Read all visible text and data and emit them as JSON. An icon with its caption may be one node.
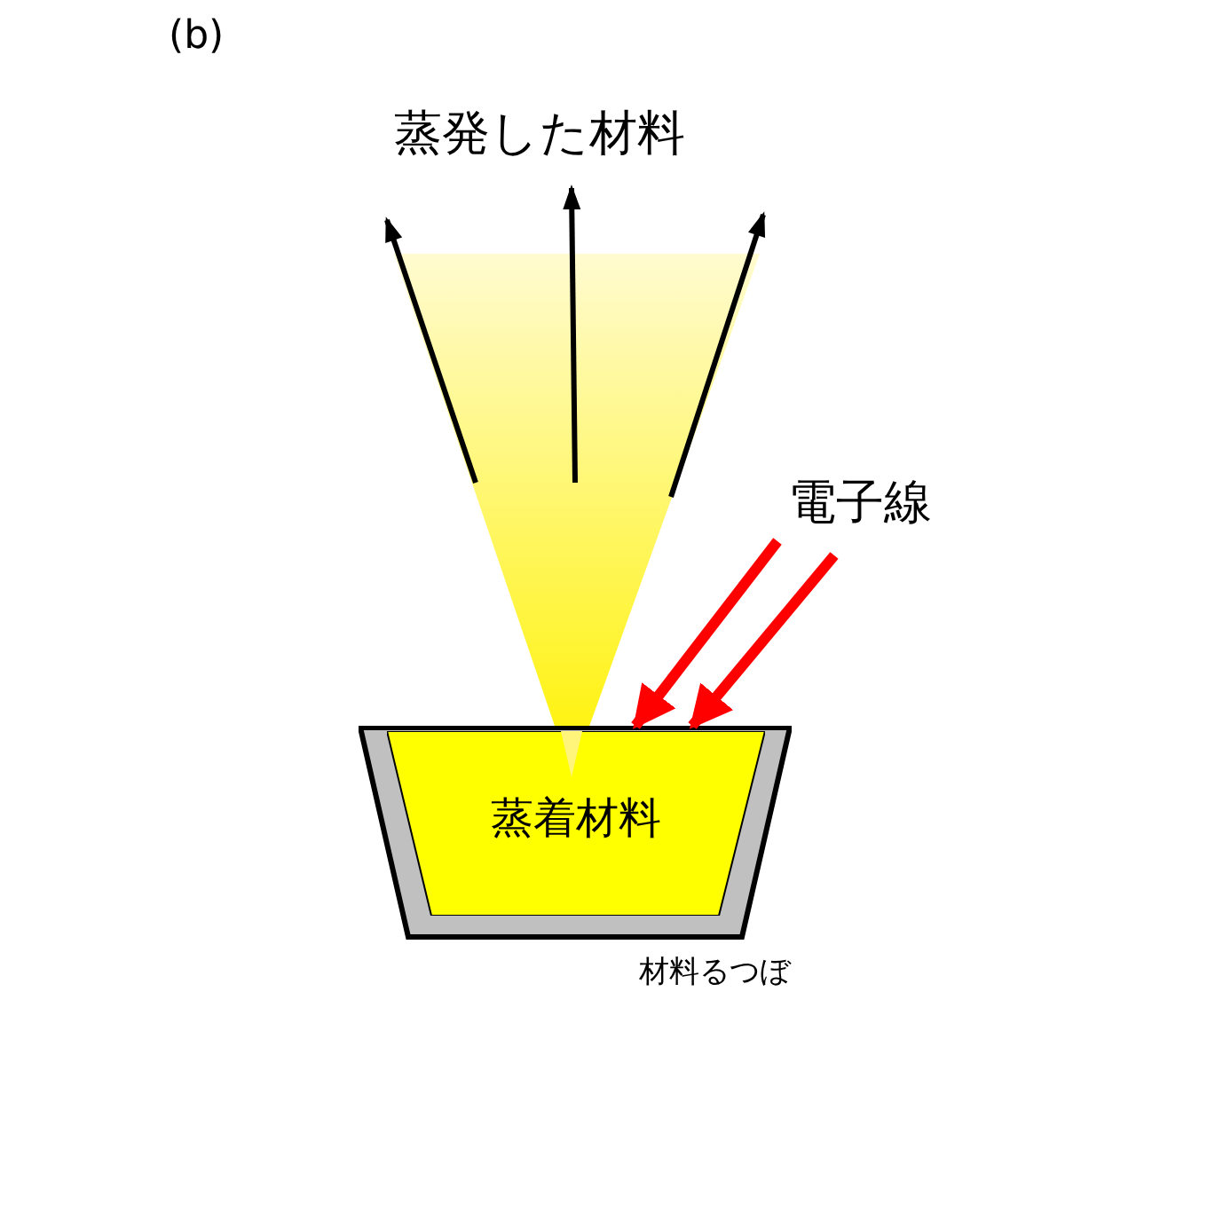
{
  "diagram": {
    "nodes": [
      {
        "text": [],
        "shape": "box",
        "beside": [
          "材料るつぼ"
        ]
      },
      {
        "text": [
          "蒸着材料"
        ],
        "in": 0
      }
    ],
    "edges": [
      {
        "from": null,
        "to": 1,
        "arrow": "to",
        "color": "#ff0000"
      },
      {
        "from": null,
        "to": 1,
        "arrow": "to",
        "color": "#ff0000"
      }
    ],
    "labels": [
      "(b)",
      "蒸発した材料",
      "電子線"
    ]
  }
}
